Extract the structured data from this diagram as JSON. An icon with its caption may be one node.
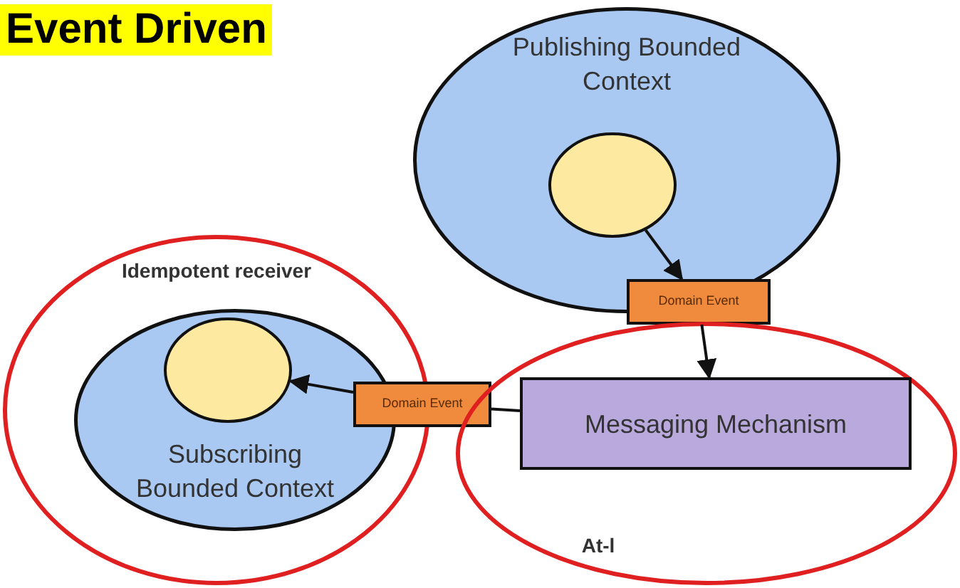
{
  "diagram": {
    "title": "Event Driven",
    "nodes": [
      {
        "text": [
          "Publishing Bounded Context"
        ]
      },
      {
        "text": [],
        "shape": "circle",
        "in": 0
      },
      {
        "text": [
          "Domain Event"
        ]
      },
      {
        "text": [
          "Idempotent receiver"
        ]
      },
      {
        "text": [
          "Subscribing Bounded Context"
        ],
        "in": 3
      },
      {
        "text": [],
        "shape": "circle",
        "in": 4
      },
      {
        "text": [
          "Domain Event"
        ]
      },
      {
        "text": [
          "At-l"
        ]
      },
      {
        "text": [
          "Messaging Mechanism"
        ],
        "in": 7
      }
    ],
    "edges": [
      {
        "from": 1,
        "to": 2,
        "arrow": "to"
      },
      {
        "from": 2,
        "to": 8,
        "arrow": "to"
      },
      {
        "from": 8,
        "to": 6,
        "arrow": "none"
      },
      {
        "from": 6,
        "to": 5,
        "arrow": "to"
      }
    ]
  }
}
